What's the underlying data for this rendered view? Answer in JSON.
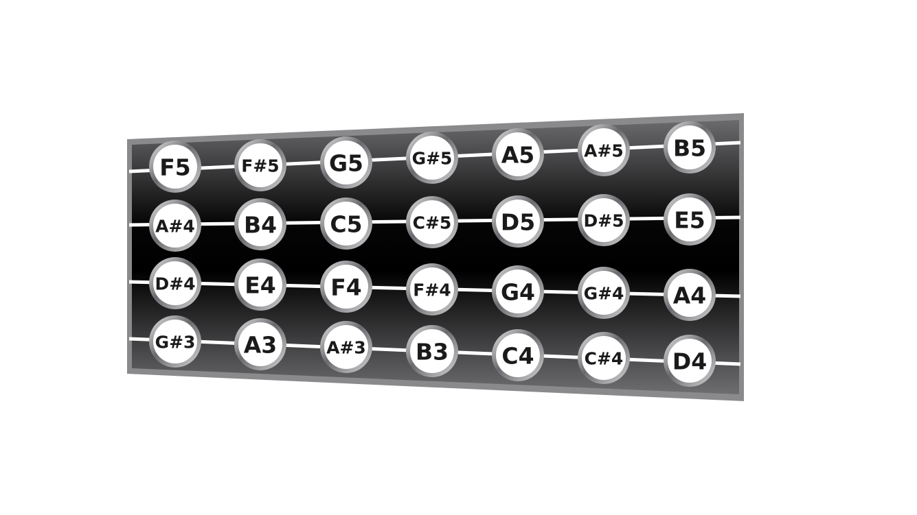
{
  "strings": [
    {
      "notes": [
        "F5",
        "F#5",
        "G5",
        "G#5",
        "A5",
        "A#5",
        "B5"
      ]
    },
    {
      "notes": [
        "A#4",
        "B4",
        "C5",
        "C#5",
        "D5",
        "D#5",
        "E5"
      ]
    },
    {
      "notes": [
        "D#4",
        "E4",
        "F4",
        "F#4",
        "G4",
        "G#4",
        "A4"
      ]
    },
    {
      "notes": [
        "G#3",
        "A3",
        "A#3",
        "B3",
        "C4",
        "C#4",
        "D4"
      ]
    }
  ],
  "colors": {
    "board_dark": "#000000",
    "board_edge": "#6b6b6e",
    "border": "#8a8a8d",
    "string": "#ffffff",
    "note_fill": "#ffffff",
    "note_ring": "#6e6e72",
    "note_text": "#1a1a1a"
  }
}
